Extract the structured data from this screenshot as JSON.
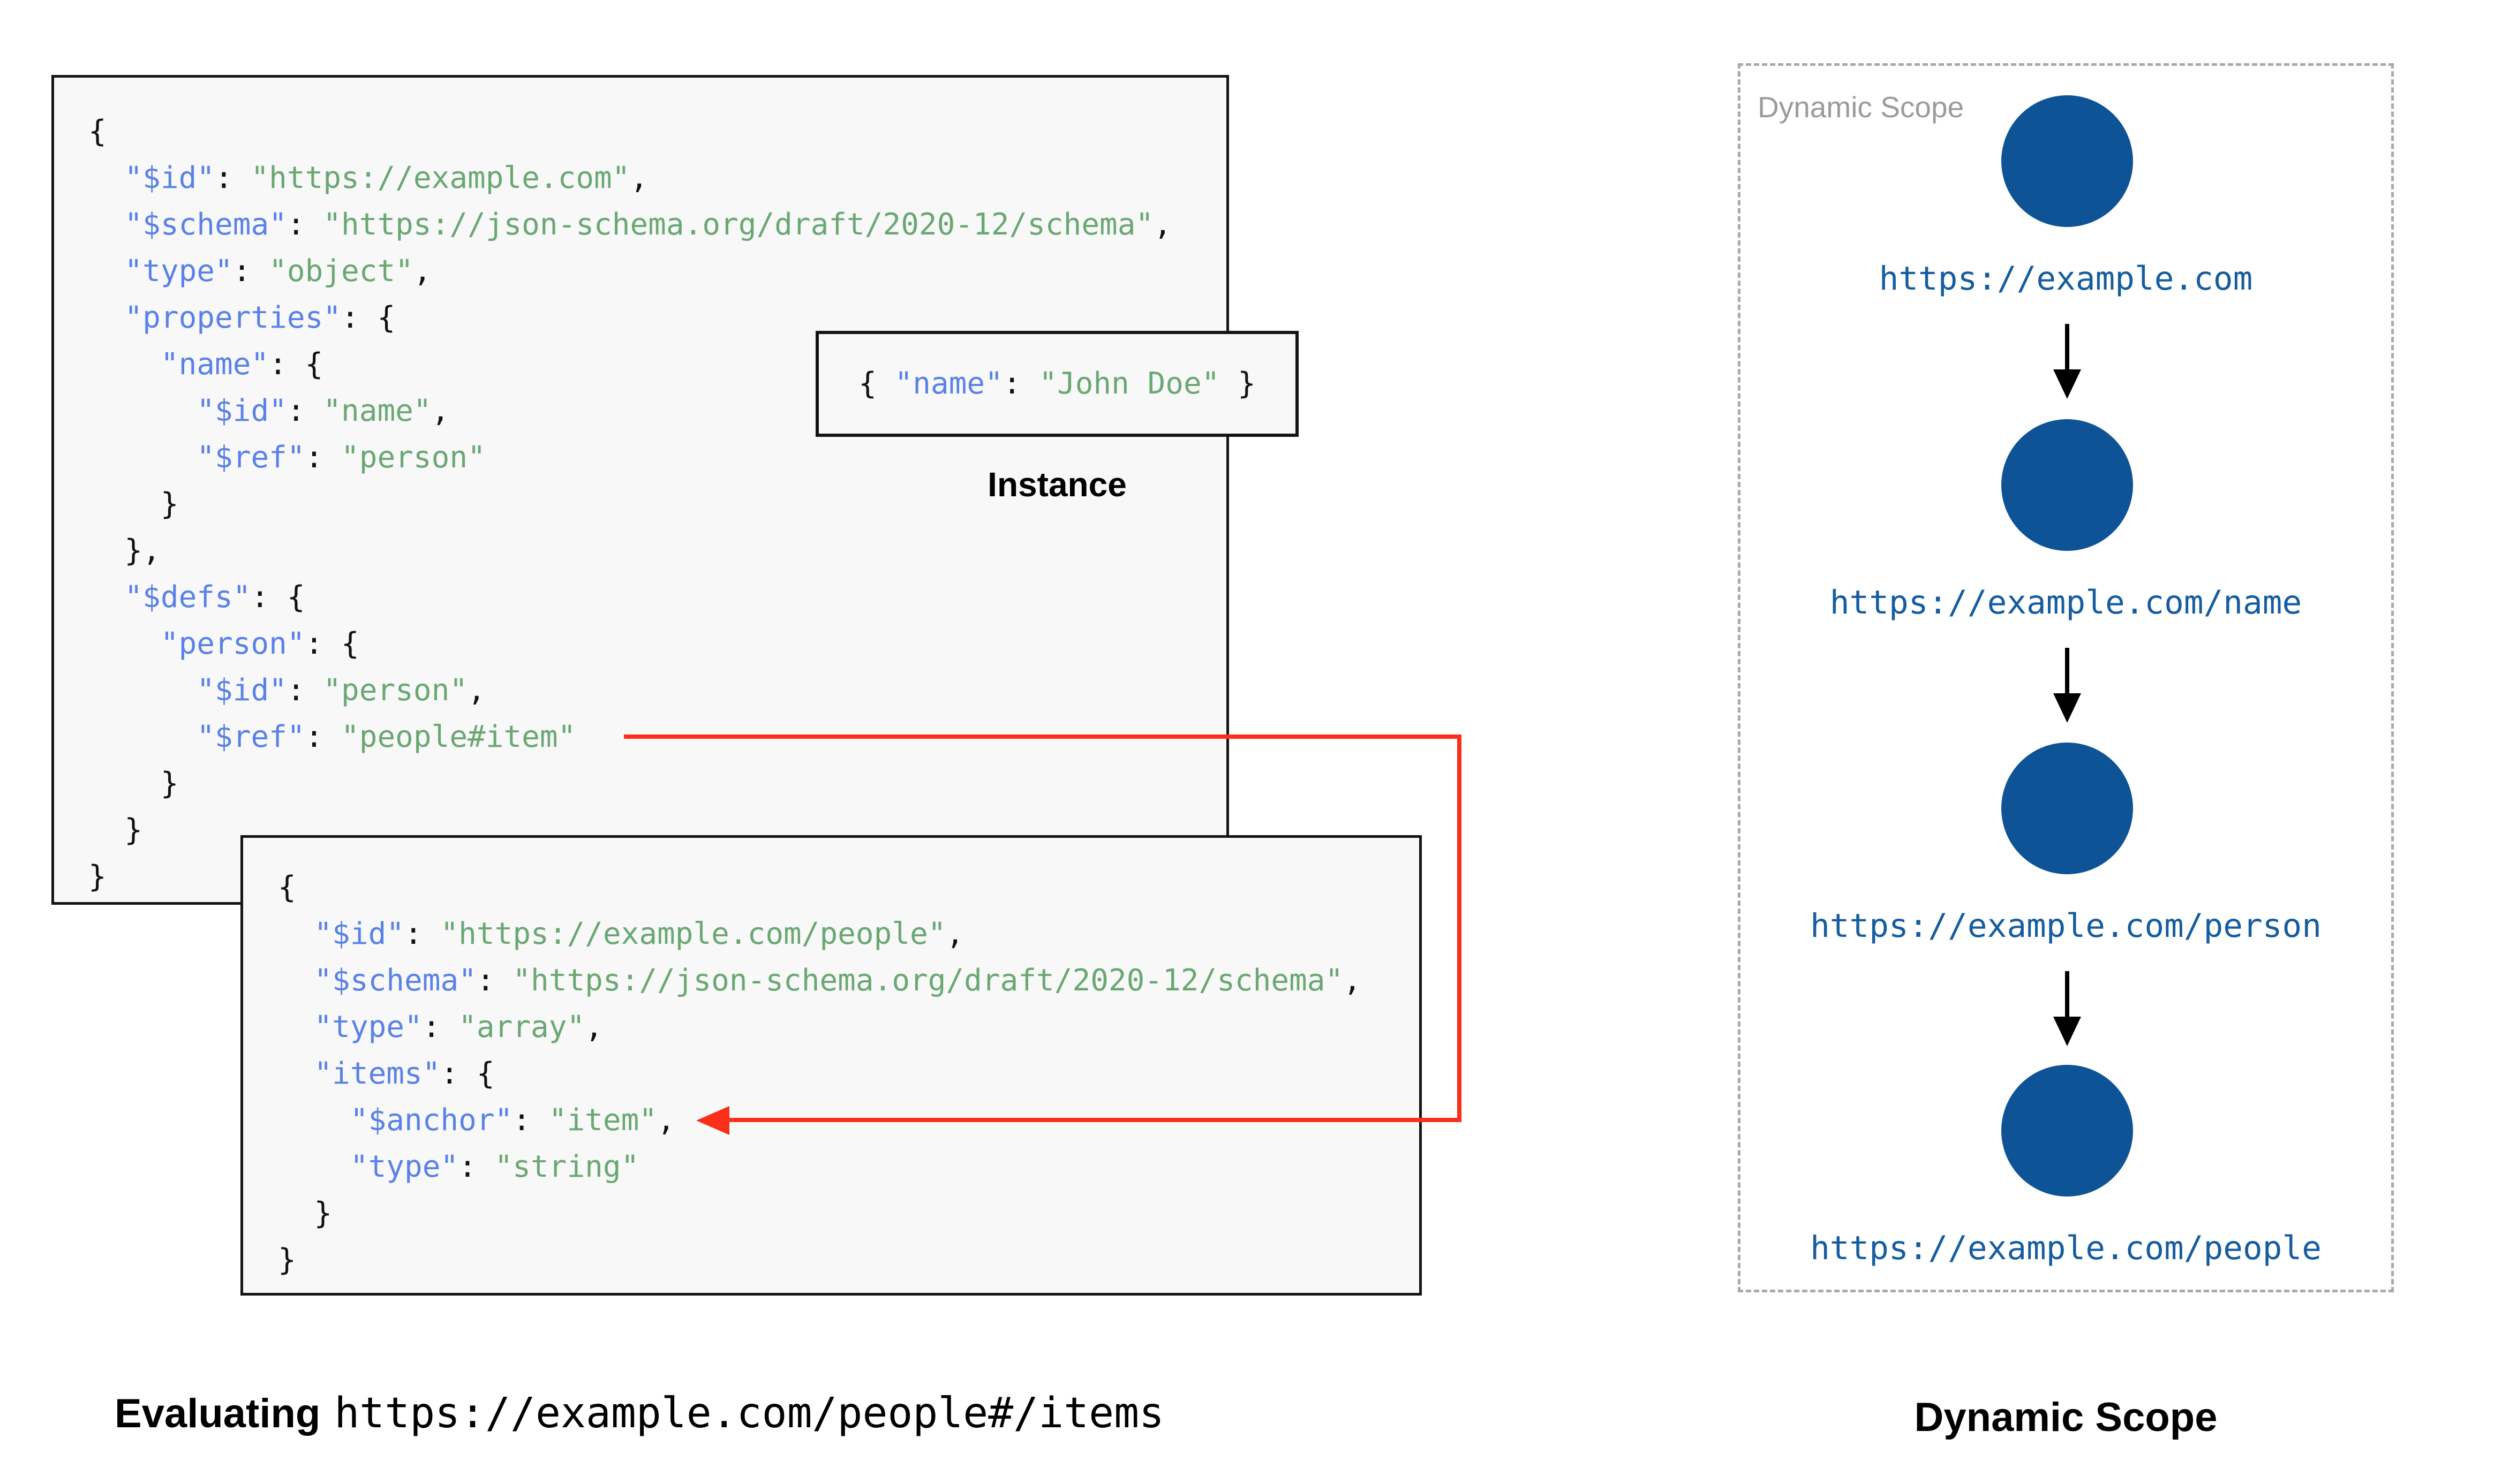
{
  "schema_root": {
    "lines": [
      "{",
      "  \"$id\": \"https://example.com\",",
      "  \"$schema\": \"https://json-schema.org/draft/2020-12/schema\",",
      "  \"type\": \"object\",",
      "  \"properties\": {",
      "    \"name\": {",
      "      \"$id\": \"name\",",
      "      \"$ref\": \"person\"",
      "    }",
      "  },",
      "  \"$defs\": {",
      "    \"person\": {",
      "      \"$id\": \"person\",",
      "      \"$ref\": \"people#item\"",
      "    }",
      "  }",
      "}"
    ]
  },
  "instance": {
    "lines": [
      "{ \"name\": \"John Doe\" }"
    ],
    "label": "Instance"
  },
  "schema_people": {
    "lines": [
      "{",
      "  \"$id\": \"https://example.com/people\",",
      "  \"$schema\": \"https://json-schema.org/draft/2020-12/schema\",",
      "  \"type\": \"array\",",
      "  \"items\": {",
      "    \"$anchor\": \"item\",",
      "    \"type\": \"string\"",
      "  }",
      "}"
    ]
  },
  "evaluating": {
    "prefix": "Evaluating",
    "uri": "https://example.com/people#/items"
  },
  "dynamic_scope": {
    "box_label": "Dynamic Scope",
    "caption": "Dynamic Scope",
    "nodes": [
      {
        "uri": "https://example.com"
      },
      {
        "uri": "https://example.com/name"
      },
      {
        "uri": "https://example.com/person"
      },
      {
        "uri": "https://example.com/people"
      }
    ]
  },
  "colors": {
    "key": "#5a82e6",
    "string": "#6aa873",
    "punctuation": "#111111",
    "node_fill": "#0d5396",
    "node_label": "#165d9f",
    "ref_arrow": "#f92f1a",
    "box_bg": "#f8f8f8",
    "border": "#141414",
    "scope_border": "#a9a9a9",
    "scope_label": "#9b9b9b"
  }
}
